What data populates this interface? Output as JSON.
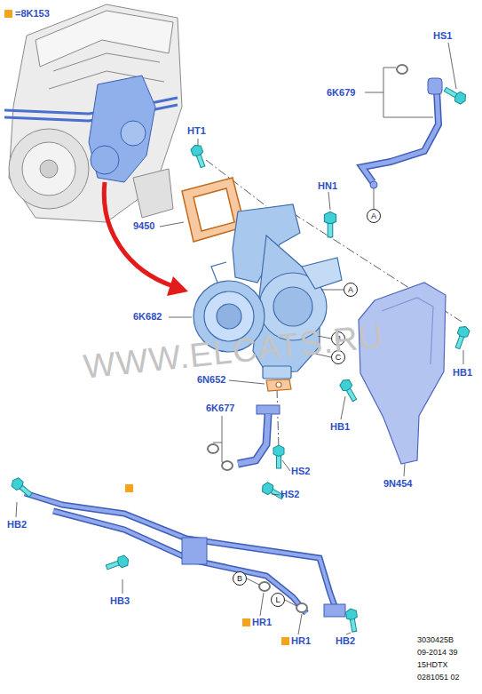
{
  "diagram": {
    "nodes": [
      {
        "text": [
          "A"
        ]
      },
      {
        "text": [
          "A"
        ]
      },
      {
        "text": [
          "B"
        ]
      },
      {
        "text": [
          "C"
        ]
      },
      {
        "text": [
          "B"
        ]
      },
      {
        "text": [
          "L"
        ]
      }
    ],
    "labels": [
      "HS1",
      "6K679",
      "HT1",
      "HN1",
      "9450",
      "6K682",
      "6N652",
      "6K677",
      "HB1",
      "HB1",
      "HS2",
      "HS2",
      "9N454",
      "HB2",
      "HB3",
      "HR1",
      "HR1",
      "HB2",
      "WWW.ELCATS.RU",
      "3030425B",
      "09-2014 39",
      "15HDTX",
      "0281051 02"
    ],
    "legend": [
      {
        "text": "=8K153",
        "color": "#f5a31a"
      }
    ]
  }
}
